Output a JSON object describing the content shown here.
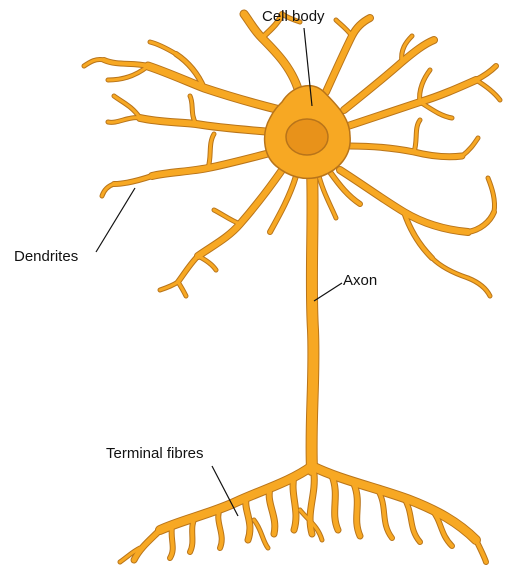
{
  "labels": {
    "cell_body": "Cell body",
    "dendrites": "Dendrites",
    "axon": "Axon",
    "terminal_fibres": "Terminal fibres"
  },
  "colors": {
    "neuron_fill": "#f7a823",
    "neuron_outline": "#b8741a",
    "nucleus_fill": "#e8921a",
    "nucleus_outline": "#b8741a",
    "leader_line": "#111111",
    "background": "#ffffff"
  }
}
